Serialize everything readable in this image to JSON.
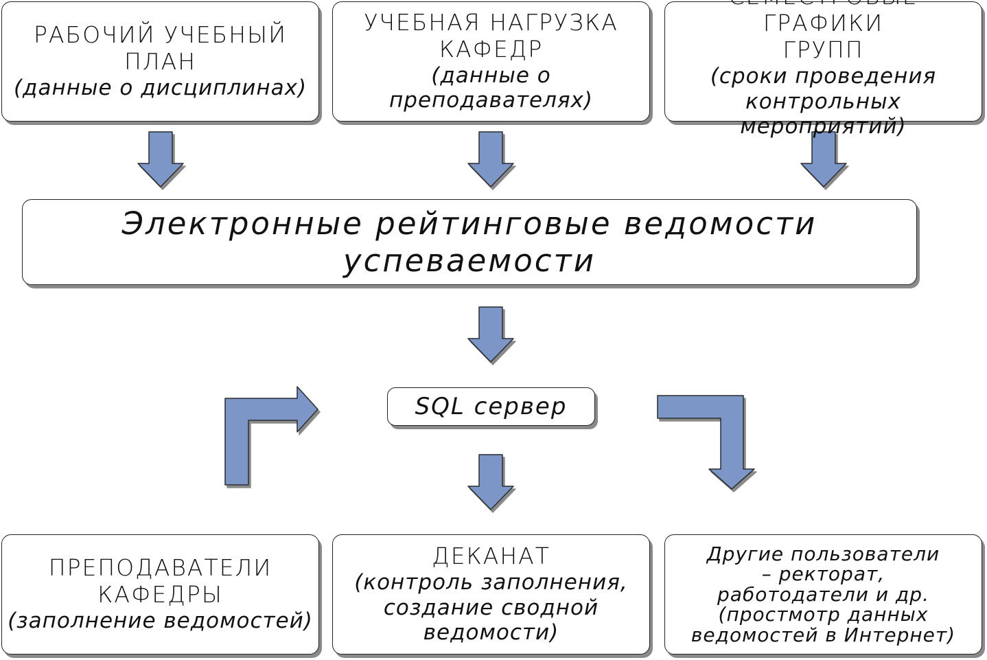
{
  "colors": {
    "arrow_fill": "#7d96c8",
    "arrow_stroke": "#2b2b2b",
    "shadow": "#8a8a8a"
  },
  "top": [
    {
      "title_1": "РАБОЧИЙ УЧЕБНЫЙ",
      "title_2": "ПЛАН",
      "note": "(данные о дисциплинах)"
    },
    {
      "title_1": "УЧЕБНАЯ НАГРУЗКА",
      "title_2": "КАФЕДР",
      "note_1": "(данные о",
      "note_2": "преподавателях)"
    },
    {
      "title_1": "СЕМЕСТРОВЫЕ ГРАФИКИ",
      "title_2": "ГРУПП",
      "note_1": "(сроки проведения",
      "note_2": "контрольных мероприятий)"
    }
  ],
  "center": {
    "label": "Электронные рейтинговые ведомости успеваемости"
  },
  "server": {
    "label": "SQL сервер"
  },
  "bottom": [
    {
      "title_1": "ПРЕПОДАВАТЕЛИ",
      "title_2": "КАФЕДРЫ",
      "note": "(заполнение ведомостей)"
    },
    {
      "title": "ДЕКАНАТ",
      "note_1": "(контроль заполнения,",
      "note_2": "создание сводной",
      "note_3": "ведомости)"
    },
    {
      "line_1": "Другие пользователи",
      "line_2": "– ректорат,",
      "line_3": "работодатели и др.",
      "line_4": "(простмотр данных",
      "line_5": "ведомостей в Интернет)"
    }
  ]
}
